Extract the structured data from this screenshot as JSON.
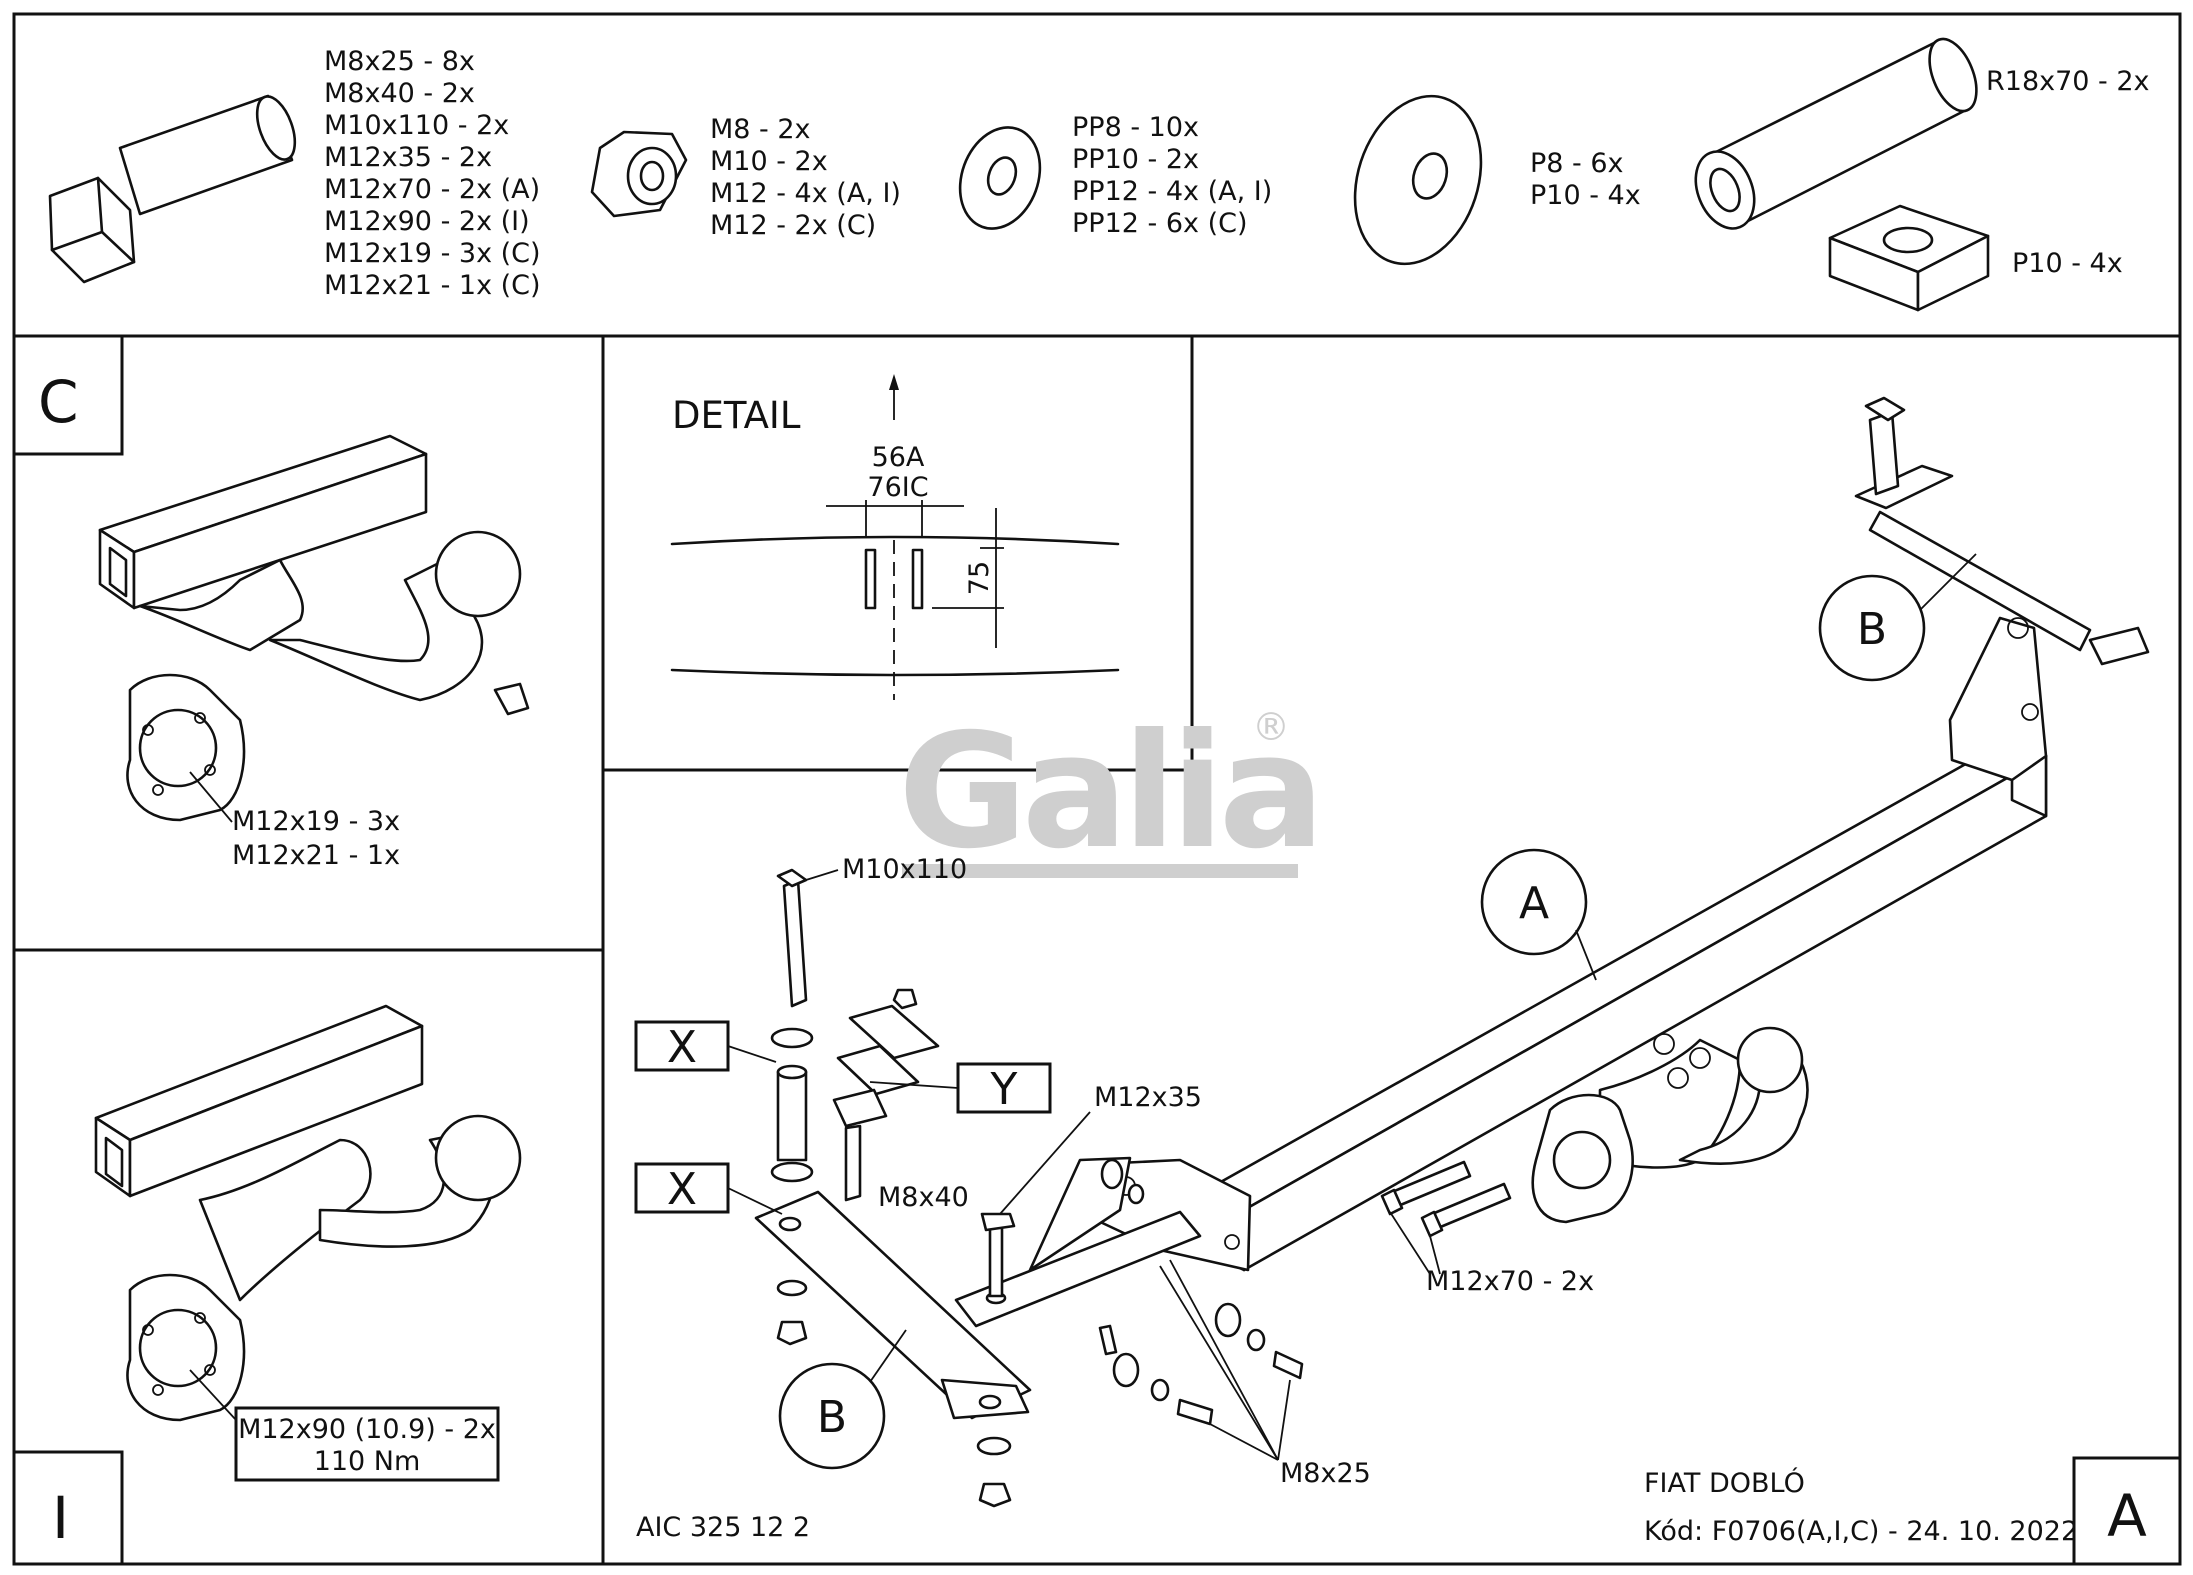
{
  "parts": {
    "bolts": [
      "M8x25 - 8x",
      "M8x40 - 2x",
      "M10x110 - 2x",
      "M12x35 - 2x",
      "M12x70 - 2x (A)",
      "M12x90 - 2x (I)",
      "M12x19 - 3x (C)",
      "M12x21 - 1x (C)"
    ],
    "nuts": [
      "M8 - 2x",
      "M10 - 2x",
      "M12 - 4x (A, I)",
      "M12 - 2x (C)"
    ],
    "washers": [
      "PP8 - 10x",
      "PP10 - 2x",
      "PP12 - 4x (A, I)",
      "PP12 - 6x (C)"
    ],
    "plates": [
      "P8 - 6x",
      "P10 - 4x"
    ],
    "tube": "R18x70 - 2x",
    "block": "P10 - 4x"
  },
  "panel_c": {
    "letter": "C",
    "bolts": [
      "M12x19 - 3x",
      "M12x21 - 1x"
    ]
  },
  "panel_i": {
    "letter": "I",
    "bolt": "M12x90 (10.9) - 2x",
    "torque": "110 Nm"
  },
  "detail": {
    "title": "DETAIL",
    "dim_a": "56A",
    "dim_ic": "76IC",
    "dim_height": "75"
  },
  "main": {
    "letter": "A",
    "callout_a": "A",
    "callout_b_top": "B",
    "callout_b_bottom": "B",
    "box_x1": "X",
    "box_x2": "X",
    "box_y": "Y",
    "m10x110": "M10x110",
    "m8x40": "M8x40",
    "m12x35": "M12x35",
    "m12x70": "M12x70 - 2x",
    "m8x25": "M8x25",
    "watermark": "Galia",
    "registered": "®",
    "article": "AIC 325 12 2",
    "vehicle": "FIAT DOBLÓ",
    "code": "Kód: F0706(A,I,C) - 24. 10. 2022"
  }
}
